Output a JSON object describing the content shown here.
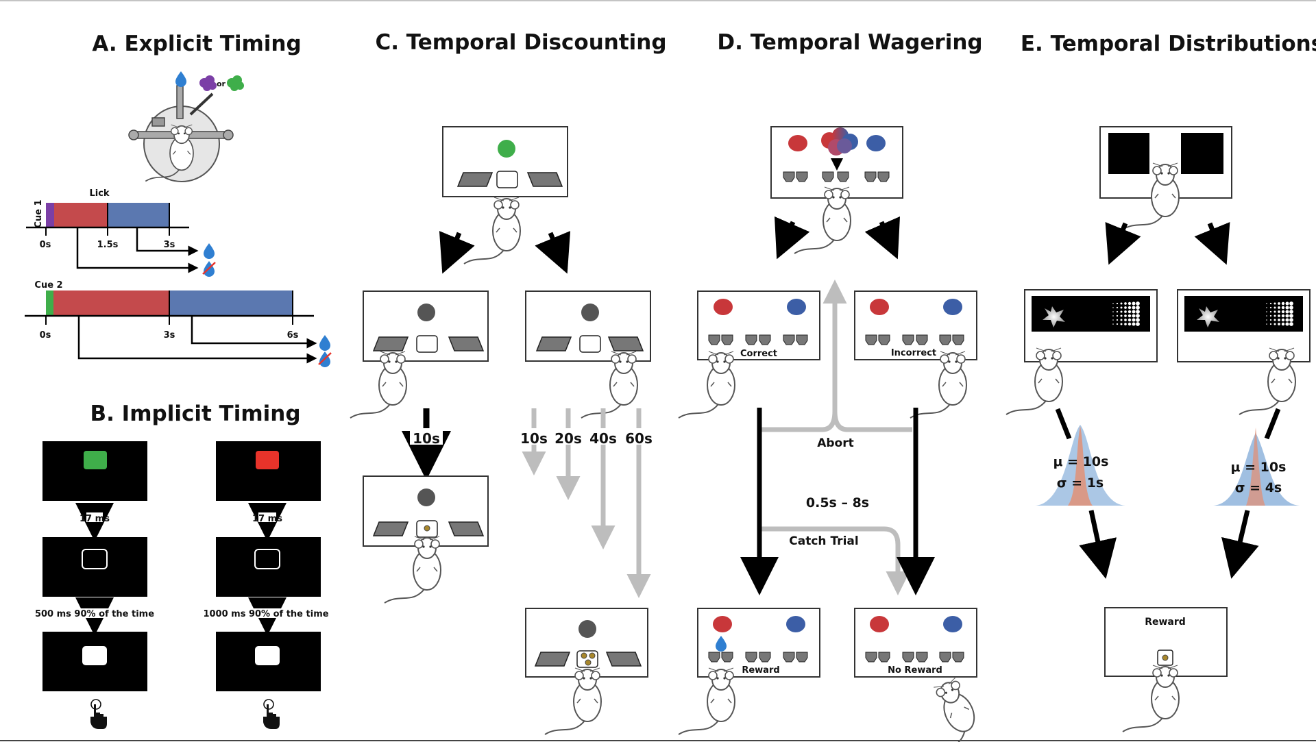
{
  "panels": {
    "a": {
      "title": "A. Explicit Timing",
      "or_label": "or",
      "lick": "Lick",
      "cue1": "Cue 1",
      "cue2": "Cue 2",
      "t1": [
        "0s",
        "1.5s",
        "3s"
      ],
      "t2": [
        "0s",
        "3s",
        "6s"
      ]
    },
    "b": {
      "title": "B. Implicit Timing",
      "left_delay1": "17 ms",
      "left_delay2": "500 ms 90% of the time",
      "right_delay1": "17 ms",
      "right_delay2": "1000 ms 90% of the time"
    },
    "c": {
      "title": "C. Temporal Discounting",
      "black_delay": "10s",
      "gray_delays": [
        "10s",
        "20s",
        "40s",
        "60s"
      ]
    },
    "d": {
      "title": "D. Temporal Wagering",
      "correct": "Correct",
      "incorrect": "Incorrect",
      "abort": "Abort",
      "range": "0.5s – 8s",
      "catch": "Catch Trial",
      "reward": "Reward",
      "no_reward": "No Reward"
    },
    "e": {
      "title": "E. Temporal Distributions",
      "mu_left": "μ = 10s",
      "sigma_left": "σ =  1s",
      "mu_right": "μ = 10s",
      "sigma_right": "σ =  4s",
      "reward": "Reward"
    }
  },
  "colors": {
    "red": "#c8373a",
    "blue": "#3c5ea6",
    "green": "#3fae4a",
    "purple": "#7b3fa6",
    "bar_red": "#c44a4c",
    "bar_blue": "#5b78b0",
    "gray_arrow": "#bdbdbd",
    "water": "#2f7fd1",
    "bright_red": "#e8332a"
  }
}
